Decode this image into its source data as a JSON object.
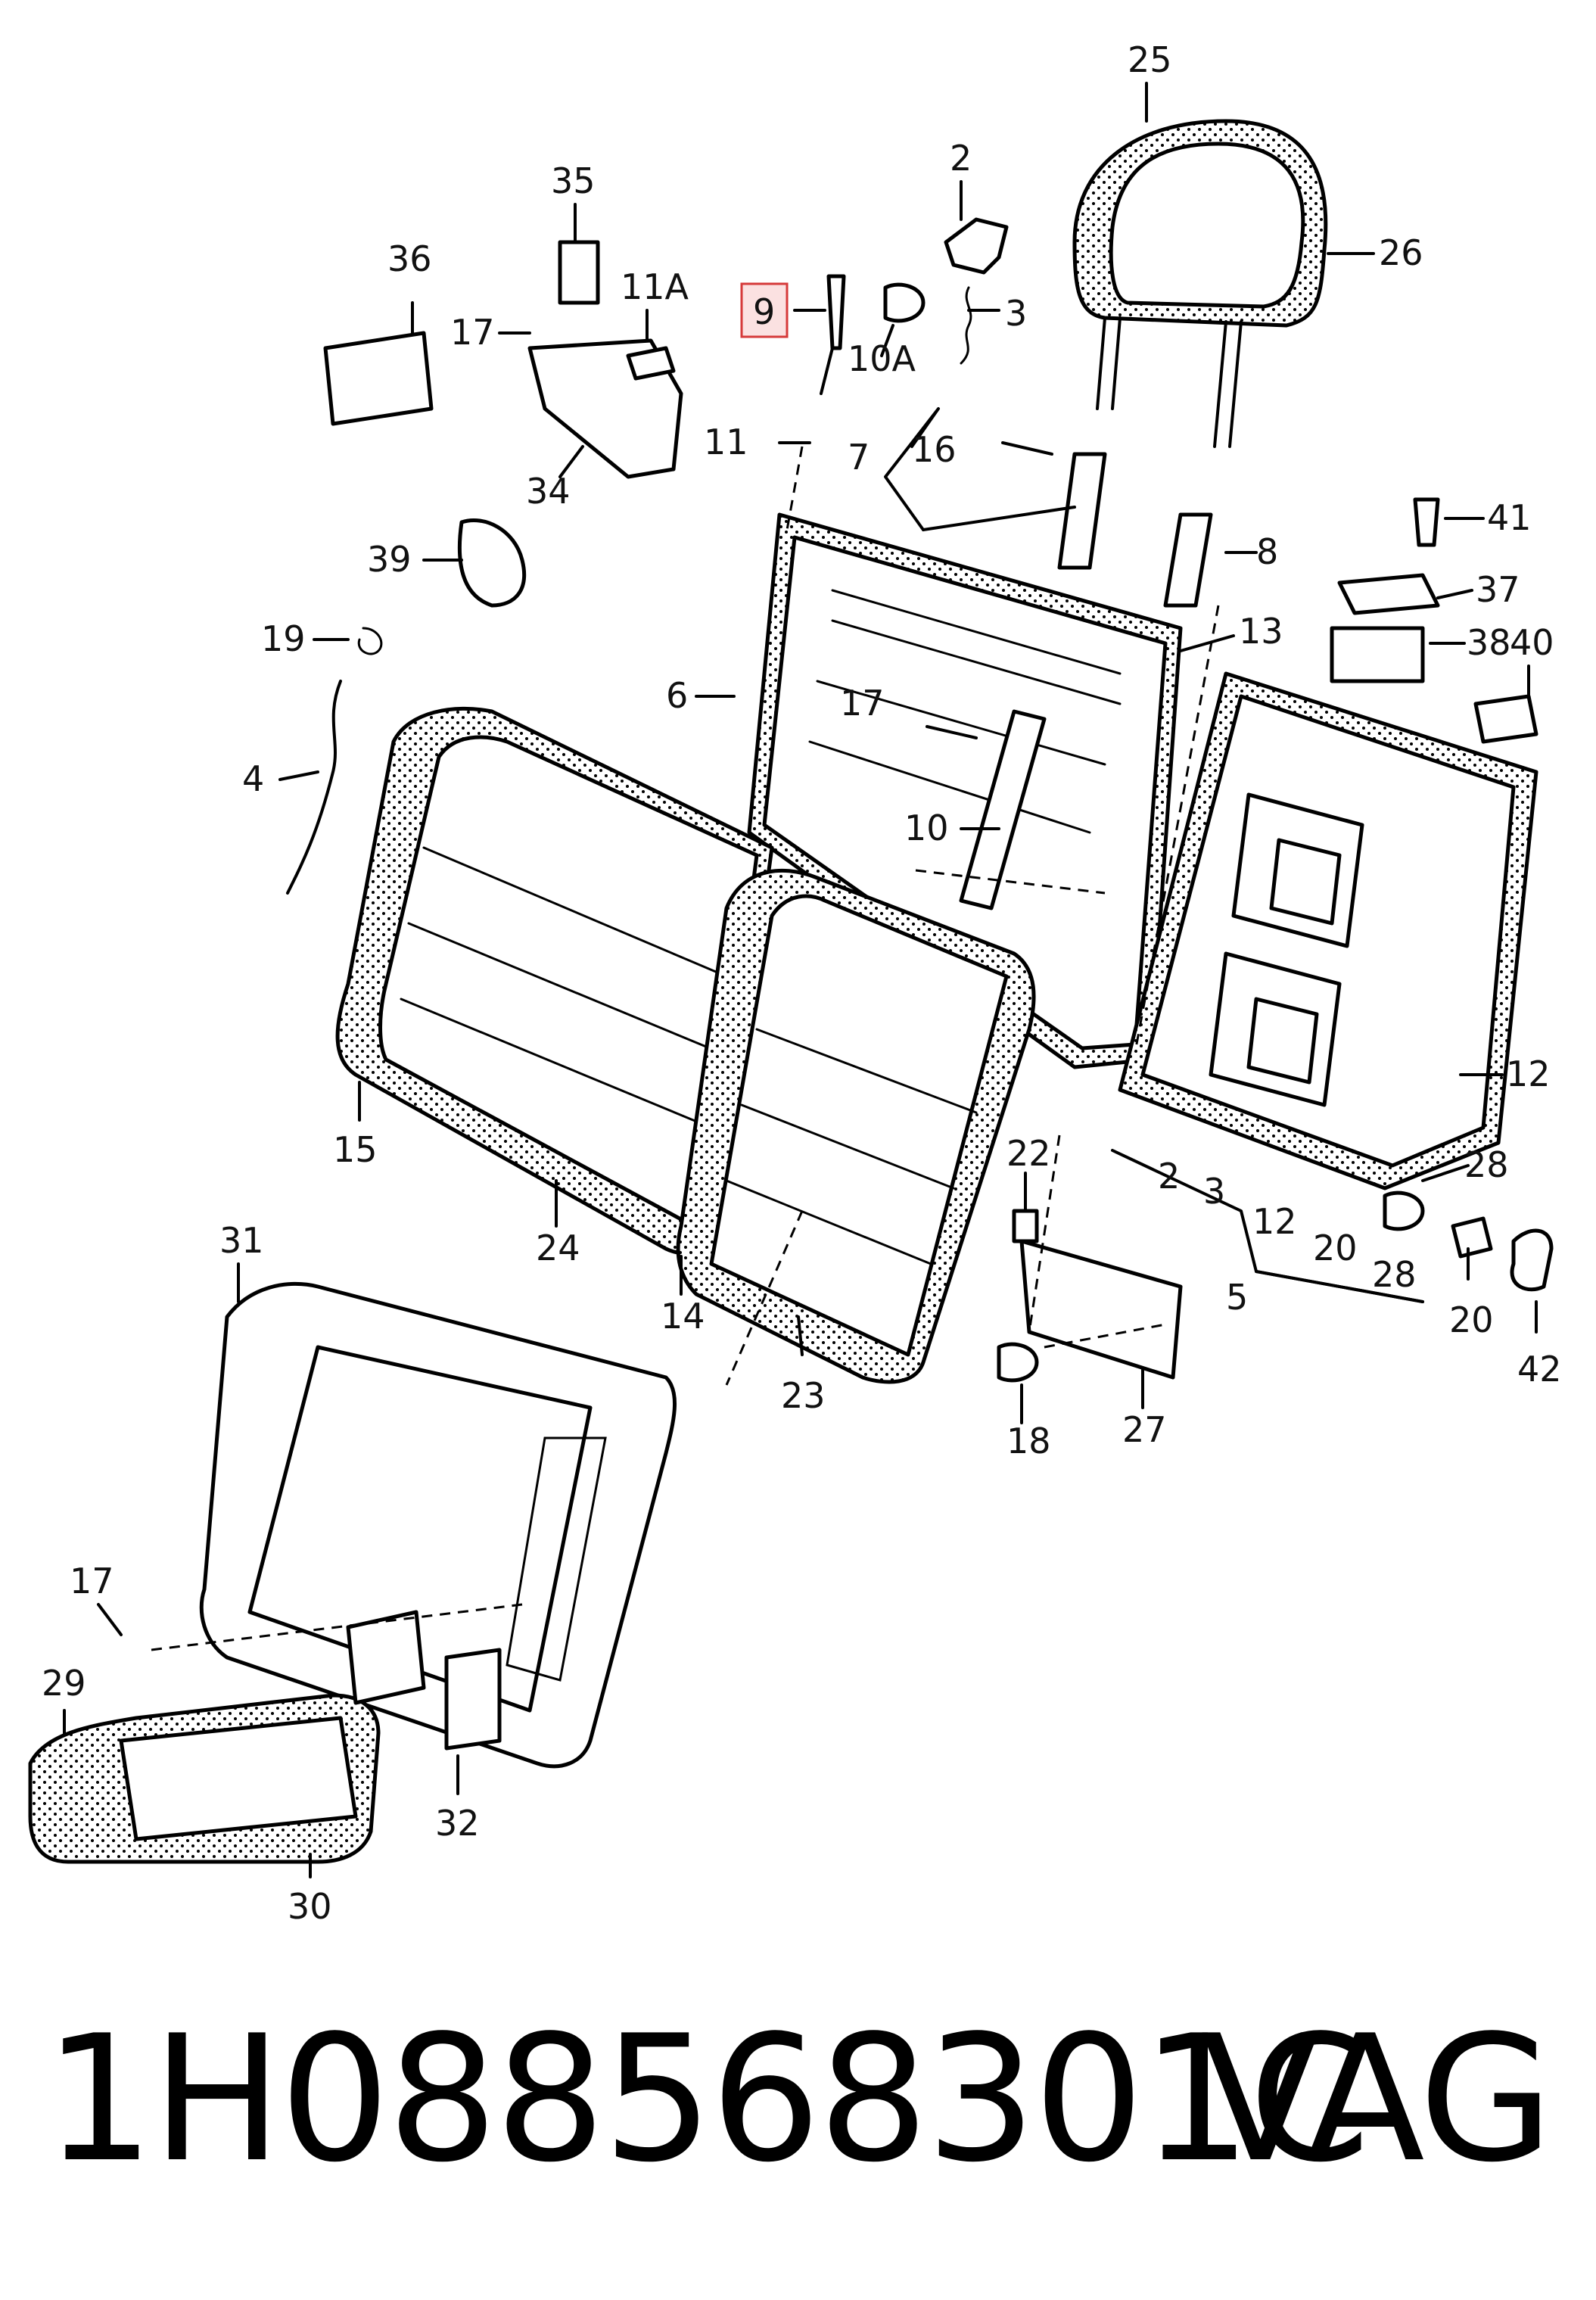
{
  "diagram": {
    "highlight_color": "#d63a3a",
    "labels": [
      {
        "id": "25",
        "text": "25"
      },
      {
        "id": "26",
        "text": "26"
      },
      {
        "id": "2a",
        "text": "2"
      },
      {
        "id": "3a",
        "text": "3"
      },
      {
        "id": "9",
        "text": "9",
        "highlighted": true
      },
      {
        "id": "10A",
        "text": "10A"
      },
      {
        "id": "35",
        "text": "35"
      },
      {
        "id": "36",
        "text": "36"
      },
      {
        "id": "11A",
        "text": "11A"
      },
      {
        "id": "17a",
        "text": "17"
      },
      {
        "id": "11",
        "text": "11"
      },
      {
        "id": "16",
        "text": "16"
      },
      {
        "id": "7",
        "text": "7"
      },
      {
        "id": "34",
        "text": "34"
      },
      {
        "id": "39",
        "text": "39"
      },
      {
        "id": "8",
        "text": "8"
      },
      {
        "id": "41",
        "text": "41"
      },
      {
        "id": "37",
        "text": "37"
      },
      {
        "id": "13",
        "text": "13"
      },
      {
        "id": "38",
        "text": "38"
      },
      {
        "id": "40",
        "text": "40"
      },
      {
        "id": "19",
        "text": "19"
      },
      {
        "id": "6",
        "text": "6"
      },
      {
        "id": "17b",
        "text": "17"
      },
      {
        "id": "4",
        "text": "4"
      },
      {
        "id": "10",
        "text": "10"
      },
      {
        "id": "12a",
        "text": "12"
      },
      {
        "id": "15",
        "text": "15"
      },
      {
        "id": "22",
        "text": "22"
      },
      {
        "id": "28a",
        "text": "28"
      },
      {
        "id": "2b",
        "text": "2"
      },
      {
        "id": "3b",
        "text": "3"
      },
      {
        "id": "12b",
        "text": "12"
      },
      {
        "id": "20a",
        "text": "20"
      },
      {
        "id": "28b",
        "text": "28"
      },
      {
        "id": "24",
        "text": "24"
      },
      {
        "id": "31",
        "text": "31"
      },
      {
        "id": "5",
        "text": "5"
      },
      {
        "id": "20b",
        "text": "20"
      },
      {
        "id": "14",
        "text": "14"
      },
      {
        "id": "42",
        "text": "42"
      },
      {
        "id": "23",
        "text": "23"
      },
      {
        "id": "18",
        "text": "18"
      },
      {
        "id": "27",
        "text": "27"
      },
      {
        "id": "17c",
        "text": "17"
      },
      {
        "id": "29",
        "text": "29"
      },
      {
        "id": "32",
        "text": "32"
      },
      {
        "id": "30",
        "text": "30"
      }
    ]
  },
  "footer": {
    "part_number": "1H0885683​01C",
    "brand": "VAG"
  }
}
